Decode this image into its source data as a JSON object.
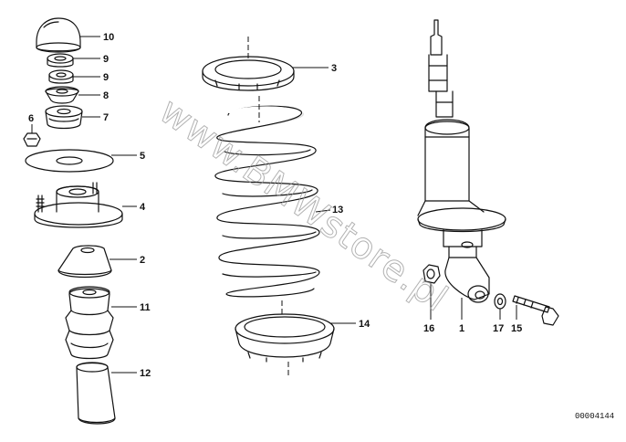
{
  "figure_number": "00004144",
  "watermark": "www.BMWstore.pl",
  "callouts": {
    "c1": "1",
    "c2": "2",
    "c3": "3",
    "c4": "4",
    "c5": "5",
    "c6": "6",
    "c7": "7",
    "c8": "8",
    "c9a": "9",
    "c9b": "9",
    "c10": "10",
    "c11": "11",
    "c12": "12",
    "c13": "13",
    "c14": "14",
    "c15": "15",
    "c16": "16",
    "c17": "17"
  },
  "colors": {
    "ink": "#111111",
    "watermark": "#999999",
    "background": "#ffffff"
  }
}
